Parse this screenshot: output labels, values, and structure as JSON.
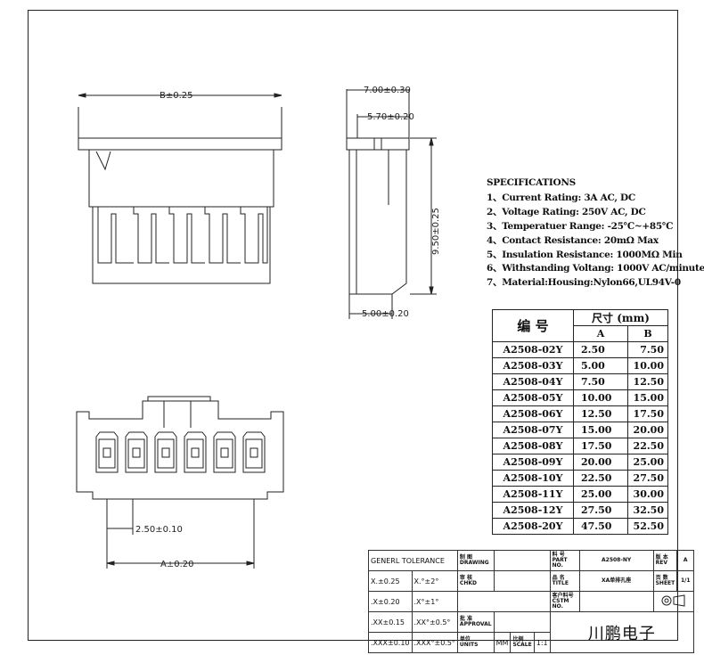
{
  "dimensions": {
    "b_width": "B±0.25",
    "depth_total": "7.00±0.30",
    "depth_inner": "5.70±0.20",
    "height": "9.50±0.25",
    "depth_bottom": "5.00±0.20",
    "pitch": "2.50±0.10",
    "a_width": "A±0.20"
  },
  "specs": {
    "title": "SPECIFICATIONS",
    "items": [
      "1、Current Rating: 3A AC, DC",
      "2、Voltage Rating: 250V AC, DC",
      "3、Temperatuer Range: -25℃~+85℃",
      "4、Contact Resistance: 20mΩ Max",
      "5、Insulation Resistance: 1000MΩ Min",
      "6、Withstanding Voltang: 1000V AC/minute",
      "7、Material:Housing:Nylon66,UL94V-0"
    ]
  },
  "table": {
    "header_part": "编 号",
    "header_size": "尺寸 (mm)",
    "header_a": "A",
    "header_b": "B",
    "rows": [
      {
        "part": "A2508-02Y",
        "a": "2.50",
        "b": "7.50"
      },
      {
        "part": "A2508-03Y",
        "a": "5.00",
        "b": "10.00"
      },
      {
        "part": "A2508-04Y",
        "a": "7.50",
        "b": "12.50"
      },
      {
        "part": "A2508-05Y",
        "a": "10.00",
        "b": "15.00"
      },
      {
        "part": "A2508-06Y",
        "a": "12.50",
        "b": "17.50"
      },
      {
        "part": "A2508-07Y",
        "a": "15.00",
        "b": "20.00"
      },
      {
        "part": "A2508-08Y",
        "a": "17.50",
        "b": "22.50"
      },
      {
        "part": "A2508-09Y",
        "a": "20.00",
        "b": "25.00"
      },
      {
        "part": "A2508-10Y",
        "a": "22.50",
        "b": "27.50"
      },
      {
        "part": "A2508-11Y",
        "a": "25.00",
        "b": "30.00"
      },
      {
        "part": "A2508-12Y",
        "a": "27.50",
        "b": "32.50"
      },
      {
        "part": "A2508-20Y",
        "a": "47.50",
        "b": "52.50"
      }
    ]
  },
  "title_block": {
    "tolerance_label": "GENERL  TOLERANCE",
    "tol_x": "X.±0.25",
    "tol_x_deg": "X.°±2°",
    "tol_xx": ".X±0.20",
    "tol_xx_deg": ".X°±1°",
    "tol_xxx": ".XX±0.15",
    "tol_xxx_deg": ".XX°±0.5°",
    "tol_xxxx": ".XXX±0.10",
    "tol_xxxx_deg": ".XXX°±0.5°",
    "drawing_label": "制 图\nDRAWING",
    "check_label": "审 核\nCHKD",
    "approval_label": "批 准\nAPPROVAL",
    "units_label": "单位\nUNITS",
    "units_value": "MM",
    "scale_label": "比例\nSCALE",
    "scale_value": "1:1",
    "part_no_label": "料 号\nPART NO.",
    "part_no_value": "A2508-NY",
    "title_label": "品 名\nTITLE",
    "title_value": "XA单排孔座",
    "cust_label": "客户料号\nCSTM NO.",
    "rev_label": "版 本\nREV",
    "rev_value": "A",
    "sheet_label": "页 数\nSHEET",
    "sheet_value": "1/1",
    "company": "川鹏电子"
  }
}
